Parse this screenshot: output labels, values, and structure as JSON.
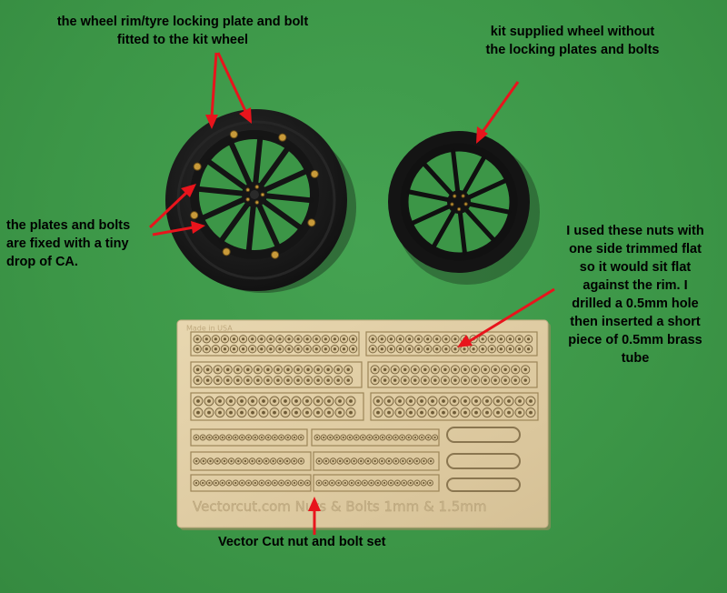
{
  "annotations": {
    "locking_plate": {
      "line1": "the wheel rim/tyre locking plate and bolt",
      "line2": "fitted to the kit wheel"
    },
    "kit_wheel": {
      "line1": "kit supplied wheel without",
      "line2": "the locking plates and bolts"
    },
    "plates_fixed": {
      "line1": "the plates and bolts",
      "line2": "are fixed with a tiny",
      "line3": "drop of CA."
    },
    "nuts_used": {
      "line1": "I used these nuts with",
      "line2": "one side trimmed flat",
      "line3": "so it would sit flat",
      "line4": "against the rim. I",
      "line5": "drilled a 0.5mm hole",
      "line6": "then inserted a short",
      "line7": "piece of 0.5mm brass",
      "line8": "tube"
    },
    "set_label": "Vector Cut nut and bolt set"
  },
  "fret": {
    "made_in": "Made in USA",
    "brand": "Vectorcut.com Nuts & Bolts  1mm & 1.5mm"
  },
  "colors": {
    "background": "#3f9a4a",
    "arrow": "#e8141c",
    "fret": "#e2cfa6",
    "wheel": "#1c1c1c",
    "brass": "#c89a3a"
  }
}
